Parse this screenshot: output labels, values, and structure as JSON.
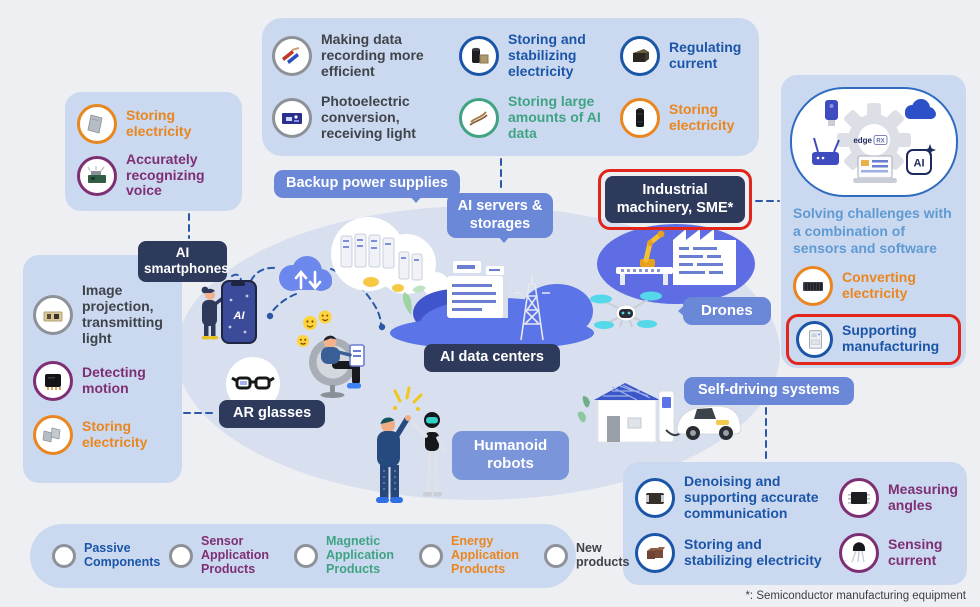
{
  "colors": {
    "panel_bg": "#cbd9f0",
    "navy_tag": "#2e3a5c",
    "blue_tag": "#6b87d8",
    "highlight_red": "#e1251b",
    "passive": "#1b55a8",
    "sensor": "#7e2f74",
    "magnetic": "#3fa384",
    "energy": "#e9861f",
    "new": "#8d9298",
    "caption_blue": "#5f9ad3",
    "ellipse_bg": "#d8dfee"
  },
  "panels": {
    "top": {
      "items": [
        {
          "label": "Making data recording more efficient",
          "category": "new"
        },
        {
          "label": "Storing and stabilizing electricity",
          "category": "passive"
        },
        {
          "label": "Regulating current",
          "category": "passive"
        },
        {
          "label": "Photoelectric conversion, receiving light",
          "category": "new"
        },
        {
          "label": "Storing large amounts of AI data",
          "category": "magnetic"
        },
        {
          "label": "Storing electricity",
          "category": "energy"
        }
      ]
    },
    "left_top": {
      "items": [
        {
          "label": "Storing electricity",
          "category": "energy"
        },
        {
          "label": "Accurately recognizing voice",
          "category": "sensor"
        }
      ]
    },
    "left_mid": {
      "items": [
        {
          "label": "Image projection, transmitting light",
          "category": "new"
        },
        {
          "label": "Detecting motion",
          "category": "sensor"
        },
        {
          "label": "Storing electricity",
          "category": "energy"
        }
      ]
    },
    "right": {
      "caption": "Solving challenges with a combination of sensors and software",
      "logo_edge": "edge",
      "logo_rx": "RX",
      "ai_badge": "AI",
      "items": [
        {
          "label": "Converting electricity",
          "category": "energy",
          "highlighted": false
        },
        {
          "label": "Supporting manufacturing",
          "category": "passive",
          "highlighted": true
        }
      ]
    },
    "bottom_right": {
      "items": [
        {
          "label": "Denoising and supporting accurate communication",
          "category": "passive"
        },
        {
          "label": "Measuring angles",
          "category": "sensor"
        },
        {
          "label": "Storing and stabilizing electricity",
          "category": "passive"
        },
        {
          "label": "Sensing current",
          "category": "sensor"
        }
      ]
    }
  },
  "labels": {
    "ai_smartphones": "AI smartphones",
    "backup_power": "Backup power supplies",
    "ai_servers": "AI servers & storages",
    "ai_data_centers": "AI data centers",
    "industrial": "Industrial machinery, SME*",
    "drones": "Drones",
    "self_driving": "Self-driving systems",
    "ar_glasses": "AR glasses",
    "humanoid": "Humanoid robots"
  },
  "legend": {
    "items": [
      {
        "label": "Passive Components",
        "category": "passive"
      },
      {
        "label": "Sensor Application Products",
        "category": "sensor"
      },
      {
        "label": "Magnetic Application Products",
        "category": "magnetic"
      },
      {
        "label": "Energy Application Products",
        "category": "energy"
      },
      {
        "label": "New products",
        "category": "new"
      }
    ]
  },
  "illustration": {
    "phone_text": "AI"
  },
  "footnote": "*: Semiconductor manufacturing equipment"
}
